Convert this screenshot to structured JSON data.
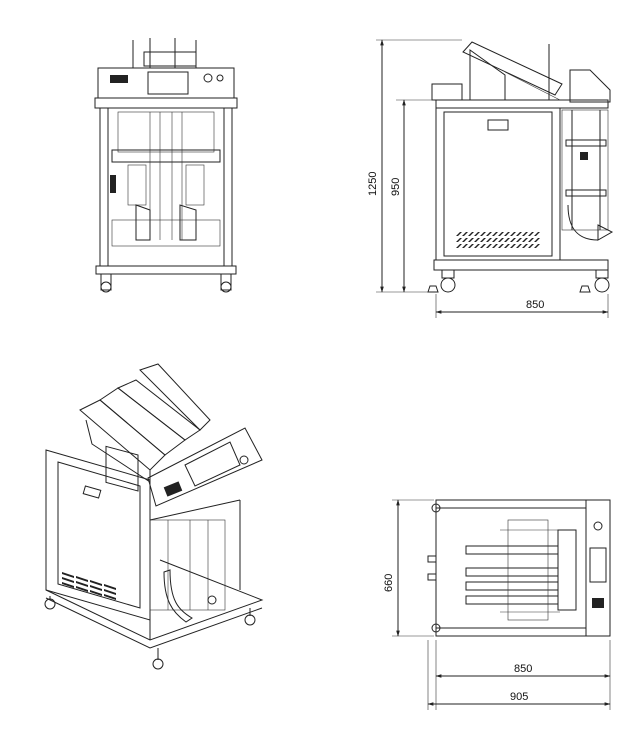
{
  "side_view": {
    "height_total": "1250",
    "height_table": "950",
    "width": "850"
  },
  "top_view": {
    "depth": "660",
    "width_inner": "850",
    "width_outer": "905"
  }
}
